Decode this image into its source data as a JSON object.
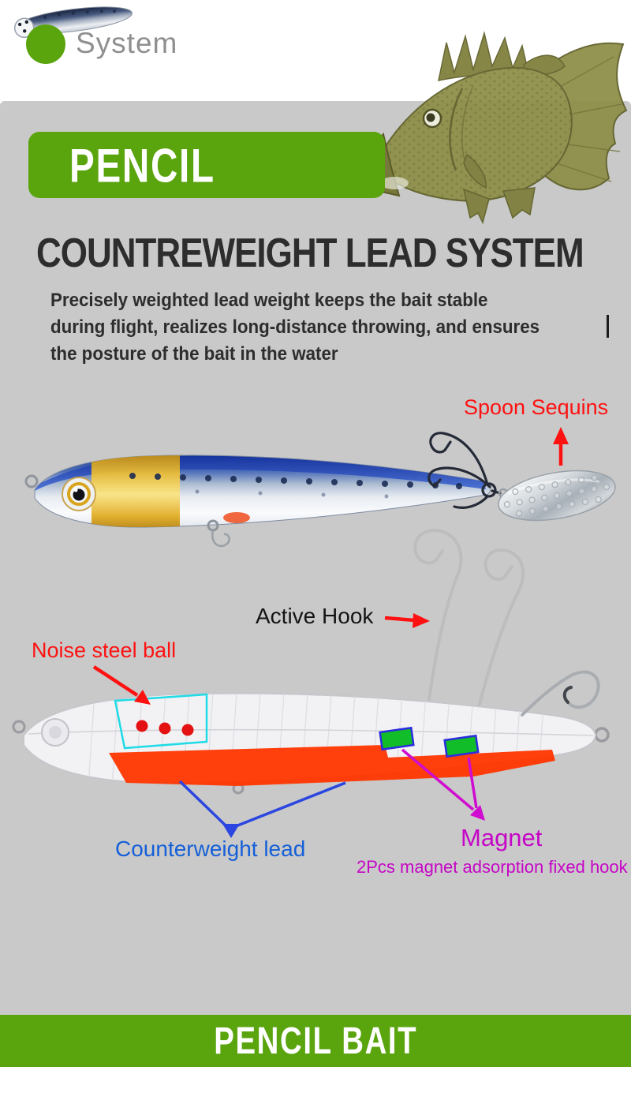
{
  "colors": {
    "green": "#5aa40e",
    "bg_gray": "#c9c9c9",
    "red": "#fe1111",
    "blue": "#155fd8",
    "magenta": "#c606c6",
    "cyan": "#1edbe6",
    "dark_text": "#2d2d2d",
    "brand_gray": "#8f8f8f",
    "lead_orange": "#ff3600",
    "magnet_green": "#12bd2a"
  },
  "header": {
    "brand": "System"
  },
  "banner": {
    "label": "PENCIL"
  },
  "section": {
    "title": "COUNTREWEIGHT LEAD SYSTEM",
    "description_lines": [
      "Precisely weighted lead weight keeps the bait stable",
      "during flight, realizes long-distance throwing, and ensures",
      "the posture of the bait in the water"
    ]
  },
  "annotations": {
    "spoon_sequins": "Spoon Sequins",
    "active_hook": "Active Hook",
    "noise_steel_ball": "Noise steel ball",
    "counterweight_lead": "Counterweight lead",
    "magnet": "Magnet",
    "magnet_note": "2Pcs magnet adsorption fixed hook"
  },
  "footer": {
    "label": "PENCIL BAIT"
  }
}
